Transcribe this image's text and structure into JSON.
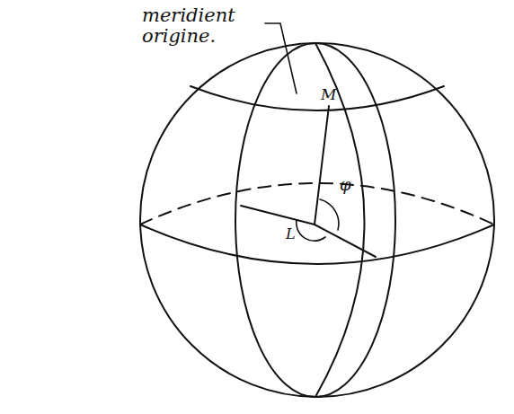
{
  "diagram": {
    "labels": [
      "meridient origine.",
      "M",
      "φ",
      "L"
    ]
  }
}
